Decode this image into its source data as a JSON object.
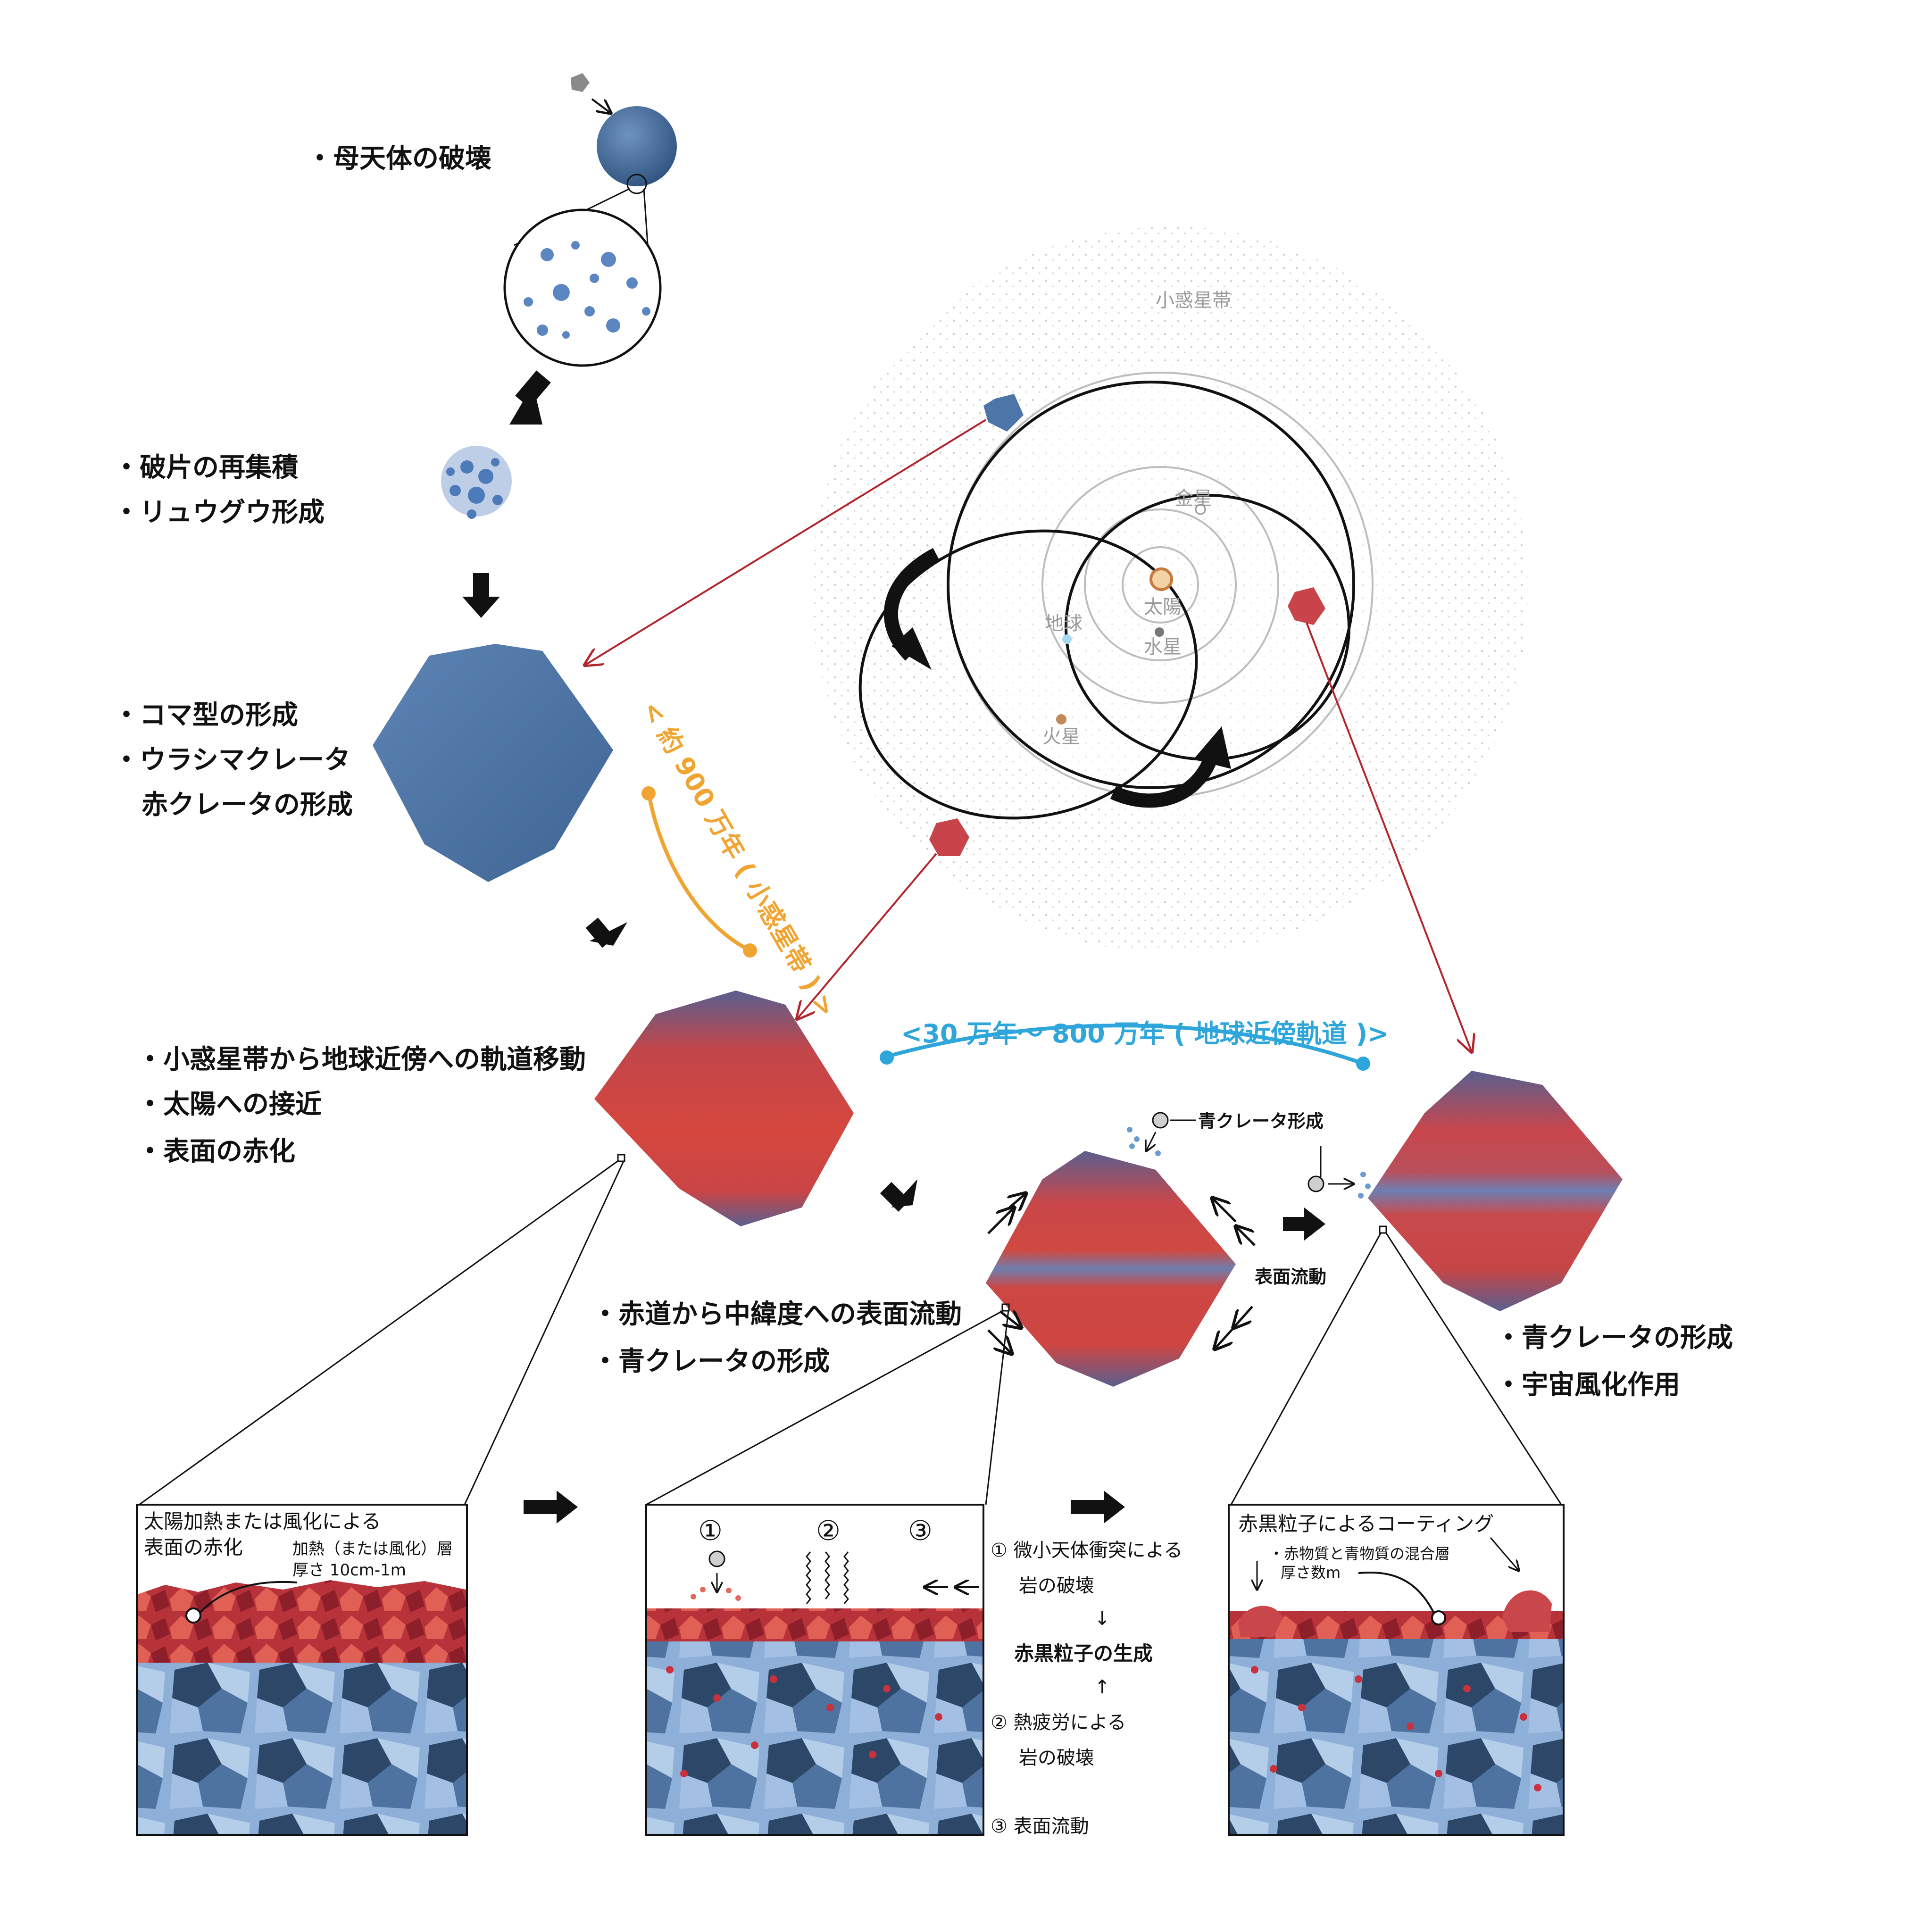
{
  "stages": {
    "parent_body": "・母天体の破壊",
    "reaccumulation": "・破片の再集積",
    "ryugu_formation": "・リュウグウ形成",
    "koma_form": "・コマ型の形成",
    "urashima_crater": "・ウラシマクレータ",
    "red_crater": "赤クレータの形成",
    "orbit_transfer": "・小惑星帯から地球近傍への軌道移動",
    "sun_approach": "・太陽への接近",
    "surface_reddening": "・表面の赤化",
    "equator_flow": "・赤道から中緯度への表面流動",
    "blue_crater_1": "・青クレータの形成",
    "blue_crater_2": "・青クレータの形成",
    "space_weathering": "・宇宙風化作用"
  },
  "timeline": {
    "main_belt": "< 約 900 万年 ( 小惑星帯 ) >",
    "near_earth": "<30 万年〜 800 万年 ( 地球近傍軌道 )>"
  },
  "colors": {
    "orange": "#f0a431",
    "cyan": "#2ea6dc",
    "red_line": "#b3262e",
    "blue_body": "#4d75a8",
    "red_body": "#d0463d"
  },
  "solar_system": {
    "asteroid_belt": "小惑星帯",
    "venus": "金星",
    "sun": "太陽",
    "mercury": "水星",
    "earth": "地球",
    "mars": "火星"
  },
  "annotations": {
    "blue_crater_formation": "青クレータ形成",
    "surface_flow": "表面流動"
  },
  "panels": {
    "panel1": {
      "title_line1": "太陽加熱または風化による",
      "title_line2": "表面の赤化",
      "layer_line1": "加熱（または風化）層",
      "layer_line2": "厚さ 10cm-1m"
    },
    "panel2": {
      "num1": "①",
      "num2": "②",
      "num3": "③"
    },
    "panel3": {
      "title": "赤黒粒子によるコーティング",
      "mix_line1": "・赤物質と青物質の混合層",
      "mix_line2": "厚さ数m"
    }
  },
  "process_list": {
    "item1_line1": "① 微小天体衝突による",
    "item1_line2": "岩の破壊",
    "arrow_down": "↓",
    "result": "赤黒粒子の生成",
    "arrow_up": "↑",
    "item2_line1": "② 熱疲労による",
    "item2_line2": "岩の破壊",
    "item3": "③ 表面流動"
  }
}
